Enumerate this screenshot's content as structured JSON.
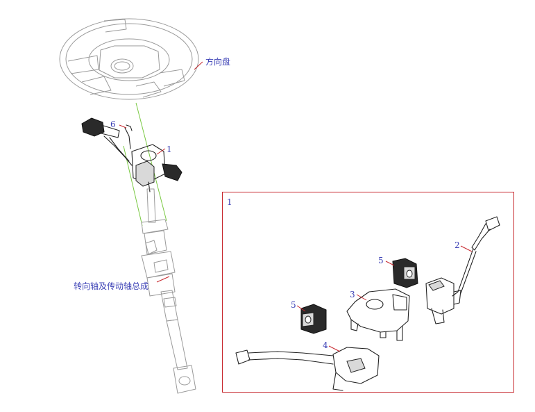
{
  "labels": {
    "steering_wheel": "方向盘",
    "steering_shaft": "转向轴及传动轴总成",
    "part_1": "1",
    "part_6": "6",
    "detail_title": "1",
    "part_2": "2",
    "part_3": "3",
    "part_4": "4",
    "part_5_top": "5",
    "part_5_left": "5"
  },
  "colors": {
    "label": "#3a3fb5",
    "leader": "#c7272d",
    "axis": "#7ac943",
    "frame": "#c7272d"
  }
}
